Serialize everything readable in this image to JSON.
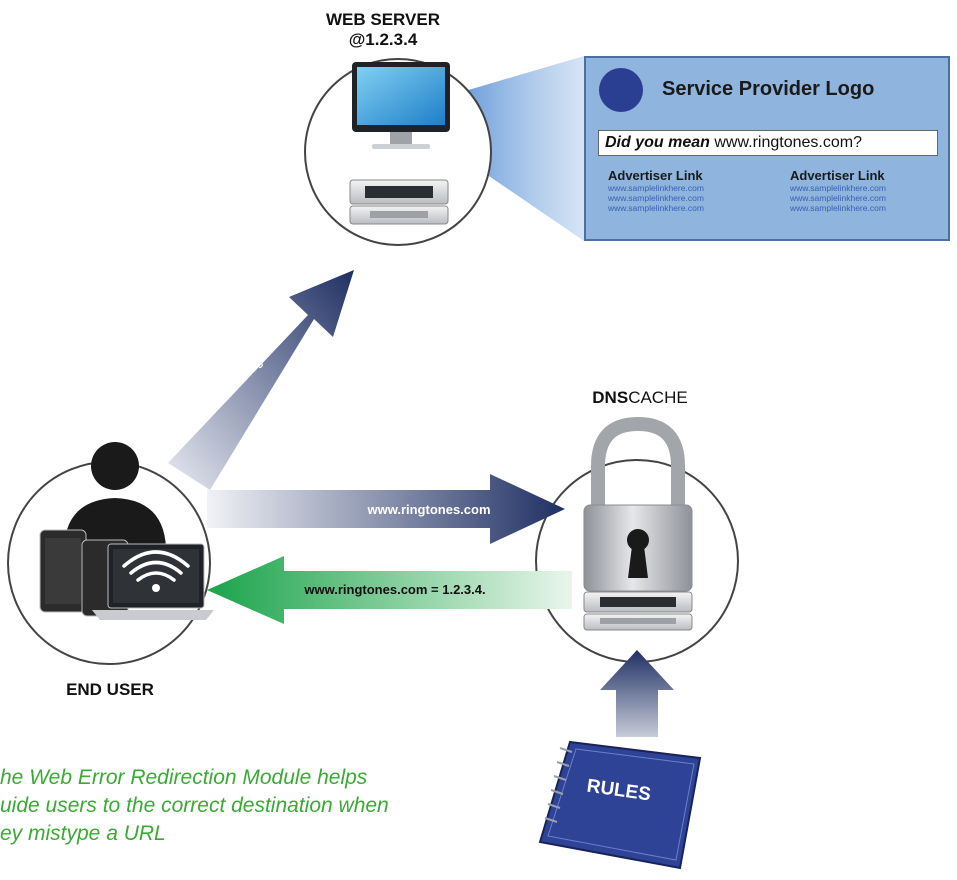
{
  "nodes": {
    "web_server": {
      "title_line1": "WEB SERVER",
      "title_line2": "@1.2.3.4"
    },
    "dns": {
      "title_bold": "DNS",
      "title_regular": "CACHE"
    },
    "end_user": {
      "title": "END USER"
    },
    "rules": {
      "label": "RULES"
    }
  },
  "arrows": {
    "to_web_server": "www.ringtones.com",
    "to_dns": "www.ringtones.com",
    "dns_reply": "www.ringtones.com = 1.2.3.4."
  },
  "panel": {
    "logo_text": "Service Provider Logo",
    "search_prefix": "Did you mean",
    "search_suffix": " www.ringtones.com?",
    "columns": [
      {
        "heading": "Advertiser Link",
        "links": [
          "www.samplelinkhere.com",
          "www.samplelinkhere.com",
          "www.samplelinkhere.com"
        ]
      },
      {
        "heading": "Advertiser Link",
        "links": [
          "www.samplelinkhere.com",
          "www.samplelinkhere.com",
          "www.samplelinkhere.com"
        ]
      }
    ]
  },
  "caption": {
    "line1": "he Web Error Redirection Module helps",
    "line2": "uide users to the correct destination when",
    "line3": "ey mistype a URL"
  },
  "colors": {
    "navy_arrow": "#1f2f63",
    "green_arrow": "#1aa34a",
    "panel_bg": "#8fb4de",
    "logo_blue": "#2b3f92",
    "caption_green": "#3aaa35"
  }
}
